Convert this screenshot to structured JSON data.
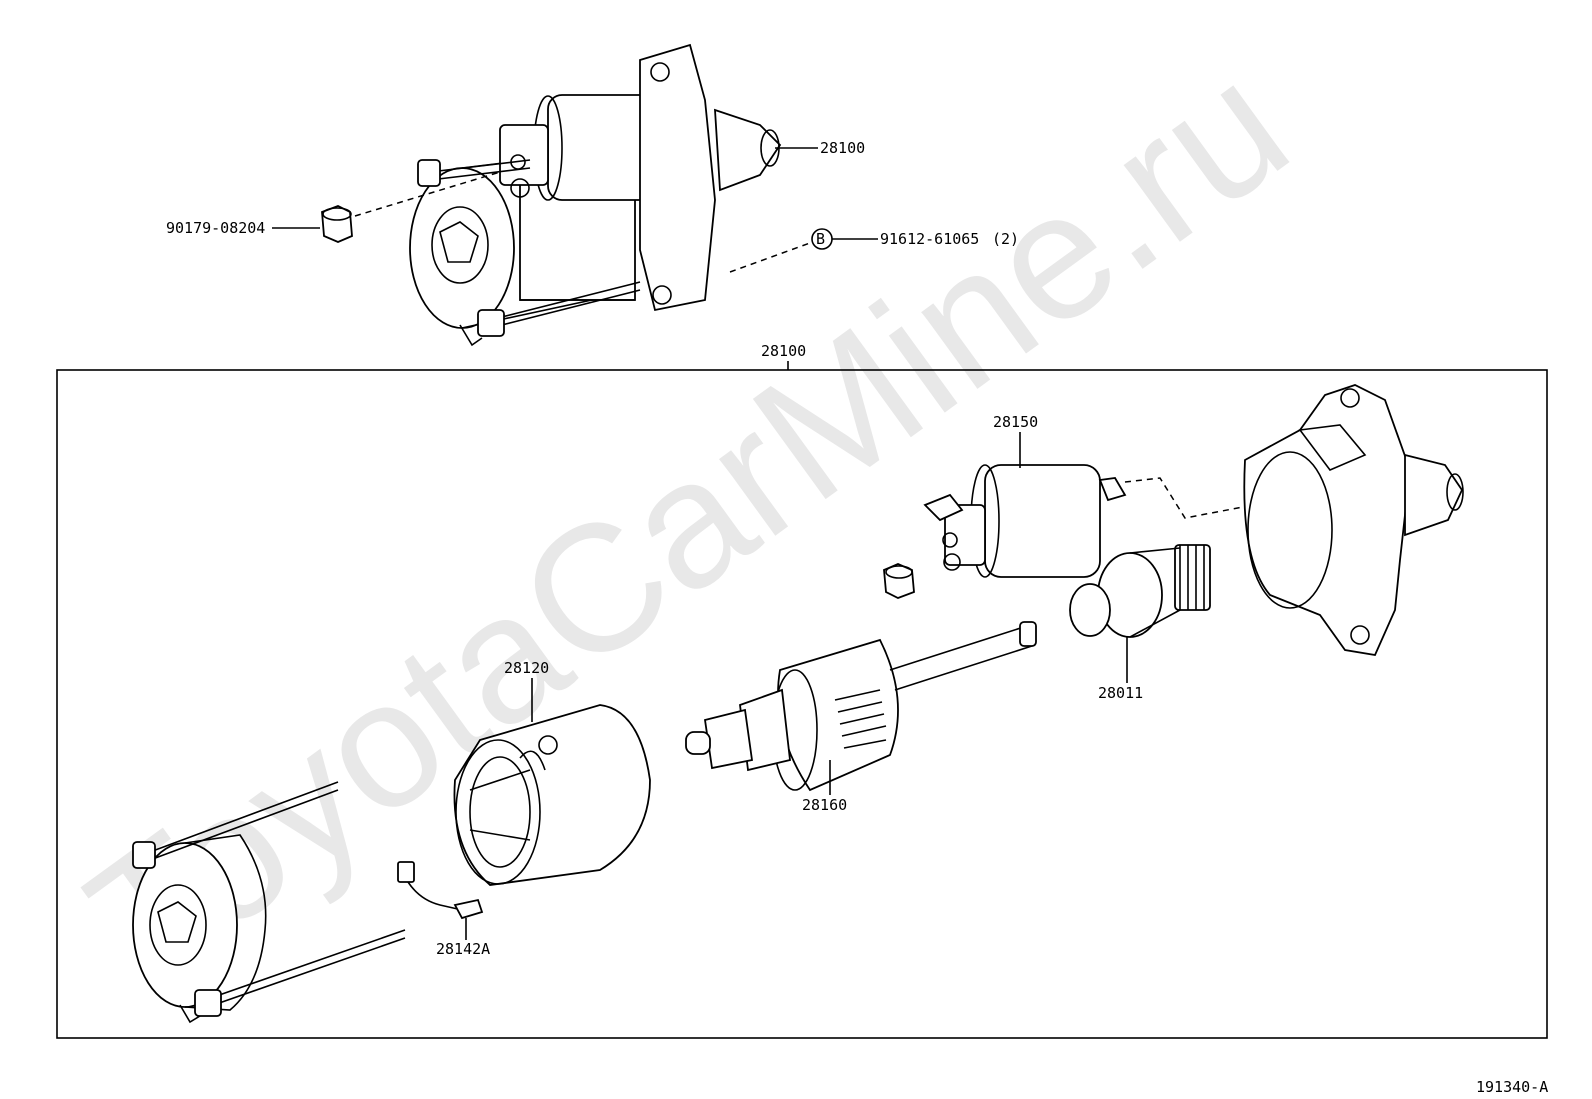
{
  "watermark": "ToyotaCarMine.ru",
  "assembly_label": "28100",
  "figure_id": "191340-A",
  "parts": {
    "starter_assy": "28100",
    "cap": "90179-08204",
    "bolt": "91612-61065",
    "bolt_qty": "(2)",
    "bolt_ref": "B",
    "solenoid": "28150",
    "yoke": "28120",
    "armature": "28160",
    "clutch": "28011",
    "brush_holder": "28142A"
  }
}
